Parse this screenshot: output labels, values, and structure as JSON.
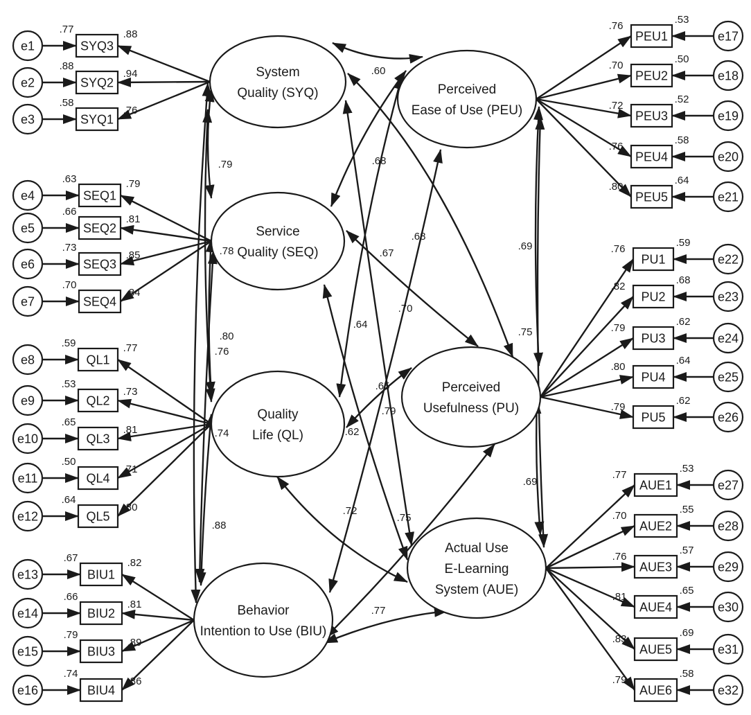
{
  "latents": [
    {
      "id": "SYQ",
      "lines": [
        "System",
        "Quality (SYQ)"
      ]
    },
    {
      "id": "SEQ",
      "lines": [
        "Service",
        "Quality (SEQ)"
      ]
    },
    {
      "id": "QL",
      "lines": [
        "Quality",
        "Life (QL)"
      ]
    },
    {
      "id": "BIU",
      "lines": [
        "Behavior",
        "Intention to Use (BIU)"
      ]
    },
    {
      "id": "PEU",
      "lines": [
        "Perceived",
        "Ease of Use (PEU)"
      ]
    },
    {
      "id": "PU",
      "lines": [
        "Perceived",
        "Usefulness (PU)"
      ]
    },
    {
      "id": "AUE",
      "lines": [
        "Actual Use",
        "E-Learning",
        "System (AUE)"
      ]
    }
  ],
  "indicators": [
    {
      "latent": "SYQ",
      "name": "SYQ3",
      "error": "e1",
      "loading": ".88",
      "r2": ".77"
    },
    {
      "latent": "SYQ",
      "name": "SYQ2",
      "error": "e2",
      "loading": ".94",
      "r2": ".88"
    },
    {
      "latent": "SYQ",
      "name": "SYQ1",
      "error": "e3",
      "loading": ".76",
      "r2": ".58"
    },
    {
      "latent": "SEQ",
      "name": "SEQ1",
      "error": "e4",
      "loading": ".79",
      "r2": ".63"
    },
    {
      "latent": "SEQ",
      "name": "SEQ2",
      "error": "e5",
      "loading": ".81",
      "r2": ".66"
    },
    {
      "latent": "SEQ",
      "name": "SEQ3",
      "error": "e6",
      "loading": ".85",
      "r2": ".73"
    },
    {
      "latent": "SEQ",
      "name": "SEQ4",
      "error": "e7",
      "loading": ".84",
      "r2": ".70"
    },
    {
      "latent": "QL",
      "name": "QL1",
      "error": "e8",
      "loading": ".77",
      "r2": ".59"
    },
    {
      "latent": "QL",
      "name": "QL2",
      "error": "e9",
      "loading": ".73",
      "r2": ".53"
    },
    {
      "latent": "QL",
      "name": "QL3",
      "error": "e10",
      "loading": ".81",
      "r2": ".65"
    },
    {
      "latent": "QL",
      "name": "QL4",
      "error": "e11",
      "loading": ".71",
      "r2": ".50"
    },
    {
      "latent": "QL",
      "name": "QL5",
      "error": "e12",
      "loading": ".80",
      "r2": ".64"
    },
    {
      "latent": "BIU",
      "name": "BIU1",
      "error": "e13",
      "loading": ".82",
      "r2": ".67"
    },
    {
      "latent": "BIU",
      "name": "BIU2",
      "error": "e14",
      "loading": ".81",
      "r2": ".66"
    },
    {
      "latent": "BIU",
      "name": "BIU3",
      "error": "e15",
      "loading": ".89",
      "r2": ".79"
    },
    {
      "latent": "BIU",
      "name": "BIU4",
      "error": "e16",
      "loading": ".86",
      "r2": ".74"
    },
    {
      "latent": "PEU",
      "name": "PEU1",
      "error": "e17",
      "loading": ".76",
      "r2": ".53"
    },
    {
      "latent": "PEU",
      "name": "PEU2",
      "error": "e18",
      "loading": ".70",
      "r2": ".50"
    },
    {
      "latent": "PEU",
      "name": "PEU3",
      "error": "e19",
      "loading": ".72",
      "r2": ".52"
    },
    {
      "latent": "PEU",
      "name": "PEU4",
      "error": "e20",
      "loading": ".76",
      "r2": ".58"
    },
    {
      "latent": "PEU",
      "name": "PEU5",
      "error": "e21",
      "loading": ".80",
      "r2": ".64"
    },
    {
      "latent": "PU",
      "name": "PU1",
      "error": "e22",
      "loading": ".76",
      "r2": ".59"
    },
    {
      "latent": "PU",
      "name": "PU2",
      "error": "e23",
      "loading": ".82",
      "r2": ".68"
    },
    {
      "latent": "PU",
      "name": "PU3",
      "error": "e24",
      "loading": ".79",
      "r2": ".62"
    },
    {
      "latent": "PU",
      "name": "PU4",
      "error": "e25",
      "loading": ".80",
      "r2": ".64"
    },
    {
      "latent": "PU",
      "name": "PU5",
      "error": "e26",
      "loading": ".79",
      "r2": ".62"
    },
    {
      "latent": "AUE",
      "name": "AUE1",
      "error": "e27",
      "loading": ".77",
      "r2": ".53"
    },
    {
      "latent": "AUE",
      "name": "AUE2",
      "error": "e28",
      "loading": ".70",
      "r2": ".55"
    },
    {
      "latent": "AUE",
      "name": "AUE3",
      "error": "e29",
      "loading": ".76",
      "r2": ".57"
    },
    {
      "latent": "AUE",
      "name": "AUE4",
      "error": "e30",
      "loading": ".81",
      "r2": ".65"
    },
    {
      "latent": "AUE",
      "name": "AUE5",
      "error": "e31",
      "loading": ".83",
      "r2": ".69"
    },
    {
      "latent": "AUE",
      "name": "AUE6",
      "error": "e32",
      "loading": ".79",
      "r2": ".58"
    }
  ],
  "correlations": [
    {
      "from": "SYQ",
      "to": "PEU",
      "value": ".60"
    },
    {
      "from": "SYQ",
      "to": "SEQ",
      "value": ".79"
    },
    {
      "from": "SEQ",
      "to": "QL",
      "value": ".78"
    },
    {
      "from": "SYQ",
      "to": "QL",
      "value": ".80"
    },
    {
      "from": "SEQ",
      "to": "BIU",
      "value": ".76"
    },
    {
      "from": "QL",
      "to": "BIU",
      "value": ".74"
    },
    {
      "from": "SYQ",
      "to": "BIU",
      "value": ".88"
    },
    {
      "from": "SEQ",
      "to": "PEU",
      "value": ".68"
    },
    {
      "from": "SYQ",
      "to": "PU",
      "value": ".68"
    },
    {
      "from": "SEQ",
      "to": "PU",
      "value": ".67"
    },
    {
      "from": "QL",
      "to": "PEU",
      "value": ".64"
    },
    {
      "from": "BIU",
      "to": "PEU",
      "value": ".70"
    },
    {
      "from": "SYQ",
      "to": "AUE",
      "value": ".79"
    },
    {
      "from": "QL",
      "to": "PU",
      "value": ".65"
    },
    {
      "from": "SEQ",
      "to": "AUE",
      "value": ".62"
    },
    {
      "from": "QL",
      "to": "AUE",
      "value": ".72"
    },
    {
      "from": "BIU",
      "to": "PU",
      "value": ".75"
    },
    {
      "from": "BIU",
      "to": "AUE",
      "value": ".77"
    },
    {
      "from": "PEU",
      "to": "PU",
      "value": ".69"
    },
    {
      "from": "PEU",
      "to": "AUE",
      "value": ".75"
    },
    {
      "from": "PU",
      "to": "AUE",
      "value": ".69"
    }
  ]
}
